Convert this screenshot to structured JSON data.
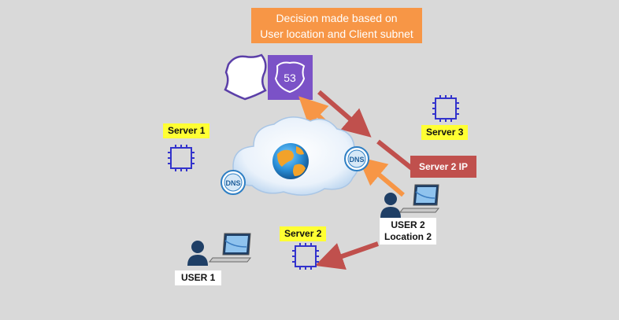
{
  "banner": {
    "line1": "Decision made based on",
    "line2": "User location and Client subnet"
  },
  "servers": {
    "server1": "Server 1",
    "server2": "Server 2",
    "server3": "Server 3"
  },
  "response_label": "Server 2 IP",
  "users": {
    "user1": "USER 1",
    "user2_line1": "USER 2",
    "user2_line2": "Location 2"
  },
  "icons": {
    "route53": "53",
    "dns": "DNS"
  },
  "colors": {
    "background": "#d9d9d9",
    "banner": "#f79646",
    "server_label": "#ffff33",
    "response_box": "#c0504d",
    "chip": "#3333cc",
    "route53": "#7b52c7",
    "request_arrow": "#f79646",
    "response_arrow": "#c0504d",
    "dns_icon": "#2e7fc4"
  }
}
